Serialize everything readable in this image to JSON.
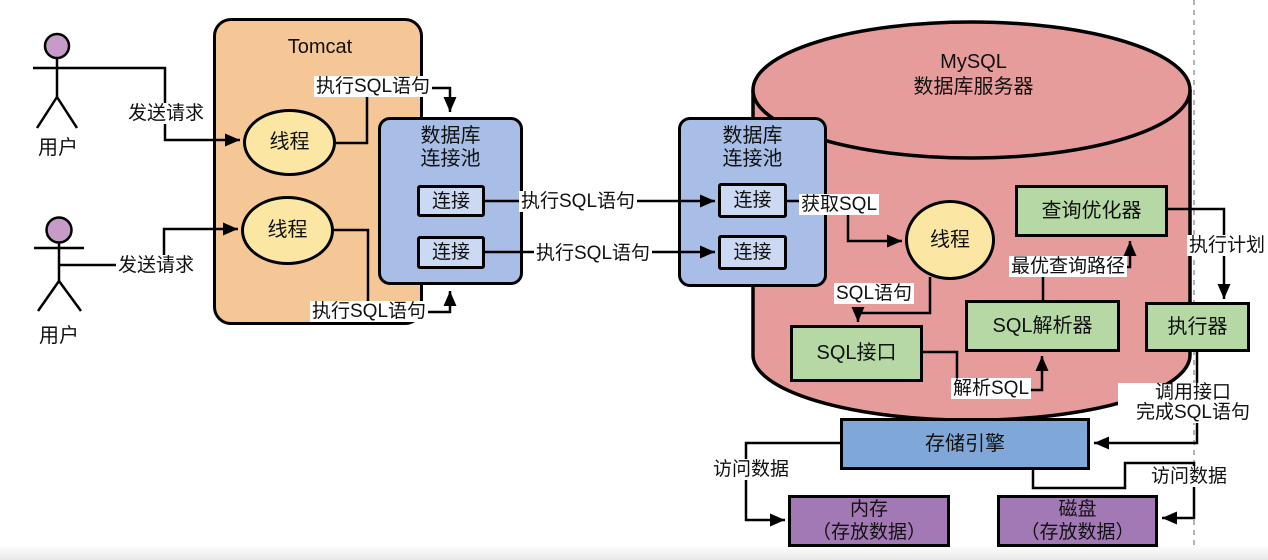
{
  "colors": {
    "tomcat": "#F6C796",
    "thread": "#FBE7A3",
    "pool": "#A8BEE6",
    "connection": "#CBD9F2",
    "mysql_cylinder": "#E69C9B",
    "component": "#B5D8A5",
    "storage_engine": "#7FA8D9",
    "storage_media": "#A379B5",
    "user_head": "#C79BC8"
  },
  "actors": {
    "user1": {
      "name": "用户",
      "request": "发送请求"
    },
    "user2": {
      "name": "用户",
      "request": "发送请求"
    }
  },
  "tomcat": {
    "title": "Tomcat",
    "thread1": "线程",
    "thread2": "线程",
    "pool": {
      "line1": "数据库",
      "line2": "连接池",
      "conn1": "连接",
      "conn2": "连接"
    }
  },
  "mysql": {
    "title1": "MySQL",
    "title2": "数据库服务器",
    "pool": {
      "line1": "数据库",
      "line2": "连接池",
      "conn1": "连接",
      "conn2": "连接"
    },
    "thread": "线程",
    "optimizer": "查询优化器",
    "parser": "SQL解析器",
    "executor": "执行器",
    "sql_interface": "SQL接口",
    "storage_engine": "存储引擎"
  },
  "storage": {
    "memory_line1": "内存",
    "memory_line2": "（存放数据）",
    "disk_line1": "磁盘",
    "disk_line2": "（存放数据）"
  },
  "labels": {
    "exec_sql": "执行SQL语句",
    "fetch_sql": "获取SQL",
    "sql_statement": "SQL语句",
    "parse_sql": "解析SQL",
    "best_path": "最优查询路径",
    "exec_plan": "执行计划",
    "call_interface_1": "调用接口",
    "call_interface_2": "完成SQL语句",
    "access_data": "访问数据"
  }
}
